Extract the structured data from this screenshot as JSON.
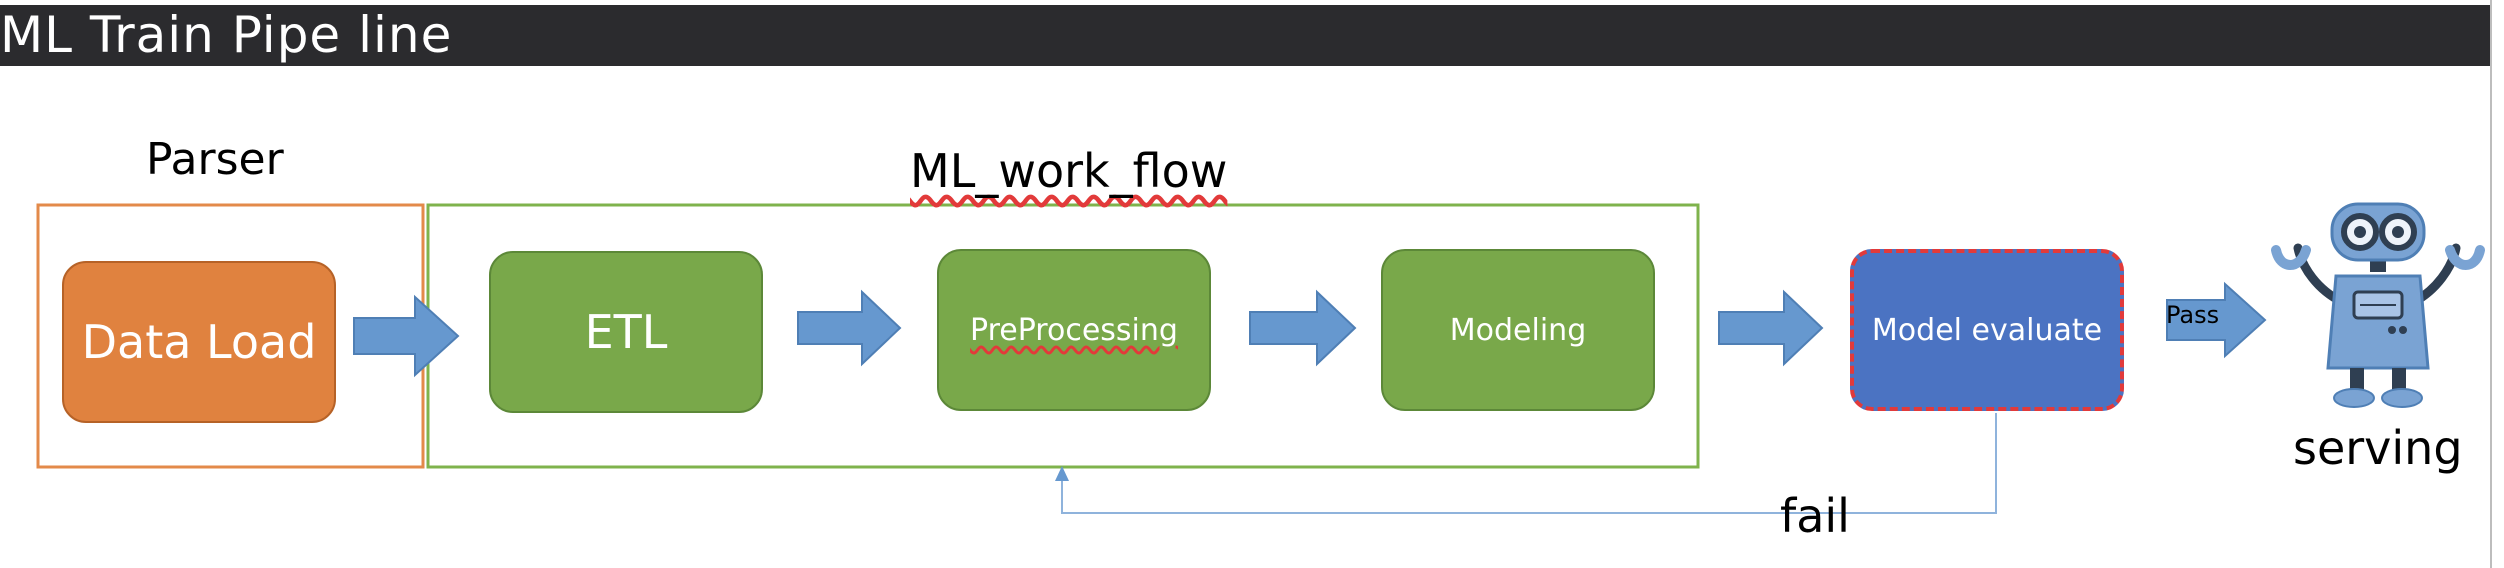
{
  "page": {
    "title": "ML Train Pipe line"
  },
  "diagram": {
    "groups": {
      "parser": "Parser",
      "ml_work_flow": "ML_work_flow"
    },
    "steps": {
      "data_load": "Data Load",
      "etl": "ETL",
      "preprocessing": "PreProcessing",
      "modeling": "Modeling",
      "model_evaluate": "Model evaluate"
    },
    "edges": {
      "pass": "Pass",
      "fail": "fail"
    },
    "serving_label": "serving"
  },
  "colors": {
    "title_bar": "#2b2b2e",
    "data_load": "#e0823f",
    "workflow_steps": "#79a84a",
    "model_evaluate": "#4b73c2",
    "arrows": "#6698cf",
    "parser_frame": "#e38a4a",
    "workflow_frame": "#7fb34c",
    "fail_line": "#8fb3dc",
    "robot": "#7aa3d3"
  }
}
